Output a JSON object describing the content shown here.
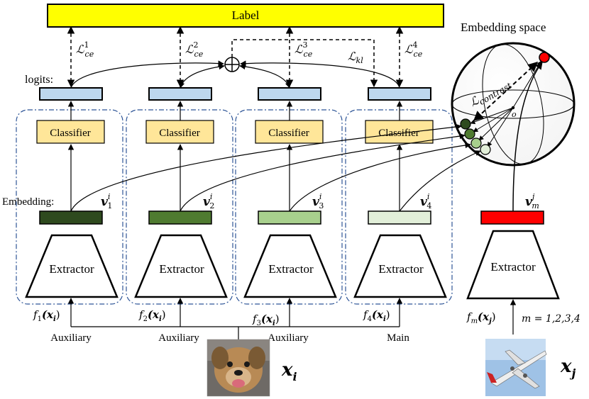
{
  "label_bar": {
    "text": "Label",
    "color": "#ffff00"
  },
  "logits_caption": "logits:",
  "embedding_caption": "Embedding:",
  "embedding_space_title": "Embedding space",
  "contrast_loss": {
    "base": "ℒ",
    "sub": "contrast"
  },
  "kl_loss": {
    "base": "ℒ",
    "sub": "kl"
  },
  "origin_label": "o",
  "oplus_symbol": "⊕",
  "branches": [
    {
      "loss_base": "ℒ",
      "loss_sup": "1",
      "loss_sub": "ce",
      "classifier": "Classifier",
      "embedding_color": "#2e4a1e",
      "emb_base": "v",
      "emb_sup": "i",
      "emb_sub": "1",
      "extractor": "Extractor",
      "feat_f": "f",
      "feat_sub": "1",
      "feat_arg": "(x",
      "feat_arg_sub": "i",
      "feat_close": ")",
      "role": "Auxiliary"
    },
    {
      "loss_base": "ℒ",
      "loss_sup": "2",
      "loss_sub": "ce",
      "classifier": "Classifier",
      "embedding_color": "#4f7b30",
      "emb_base": "v",
      "emb_sup": "i",
      "emb_sub": "2",
      "extractor": "Extractor",
      "feat_f": "f",
      "feat_sub": "2",
      "feat_arg": "(x",
      "feat_arg_sub": "i",
      "feat_close": ")",
      "role": "Auxiliary"
    },
    {
      "loss_base": "ℒ",
      "loss_sup": "3",
      "loss_sub": "ce",
      "classifier": "Classifier",
      "embedding_color": "#a8d08d",
      "emb_base": "v",
      "emb_sup": "i",
      "emb_sub": "3",
      "extractor": "Extractor",
      "feat_f": "f",
      "feat_sub": "3",
      "feat_arg": "(x",
      "feat_arg_sub": "i",
      "feat_close": ")",
      "role": "Auxiliary"
    },
    {
      "loss_base": "ℒ",
      "loss_sup": "4",
      "loss_sub": "ce",
      "classifier": "Classifier",
      "embedding_color": "#e2efd9",
      "emb_base": "v",
      "emb_sup": "i",
      "emb_sub": "4",
      "extractor": "Extractor",
      "feat_f": "f",
      "feat_sub": "4",
      "feat_arg": "(x",
      "feat_arg_sub": "i",
      "feat_close": ")",
      "role": "Main"
    }
  ],
  "right_branch": {
    "embedding_color": "#ff0000",
    "emb_base": "v",
    "emb_sup": "j",
    "emb_sub": "m",
    "extractor": "Extractor",
    "feat_f": "f",
    "feat_sub": "m",
    "feat_arg": "(x",
    "feat_arg_sub": "j",
    "feat_close": ")",
    "m_values": "m = 1,2,3,4"
  },
  "input_i": {
    "base": "x",
    "sub": "i",
    "image": "dog photo"
  },
  "input_j": {
    "base": "x",
    "sub": "j",
    "image": "airplane photo"
  },
  "colors": {
    "logit_fill": "#bdd7ee",
    "classifier_fill": "#ffe699",
    "dashed_box": "#2e5597",
    "red_point": "#ff0000"
  }
}
